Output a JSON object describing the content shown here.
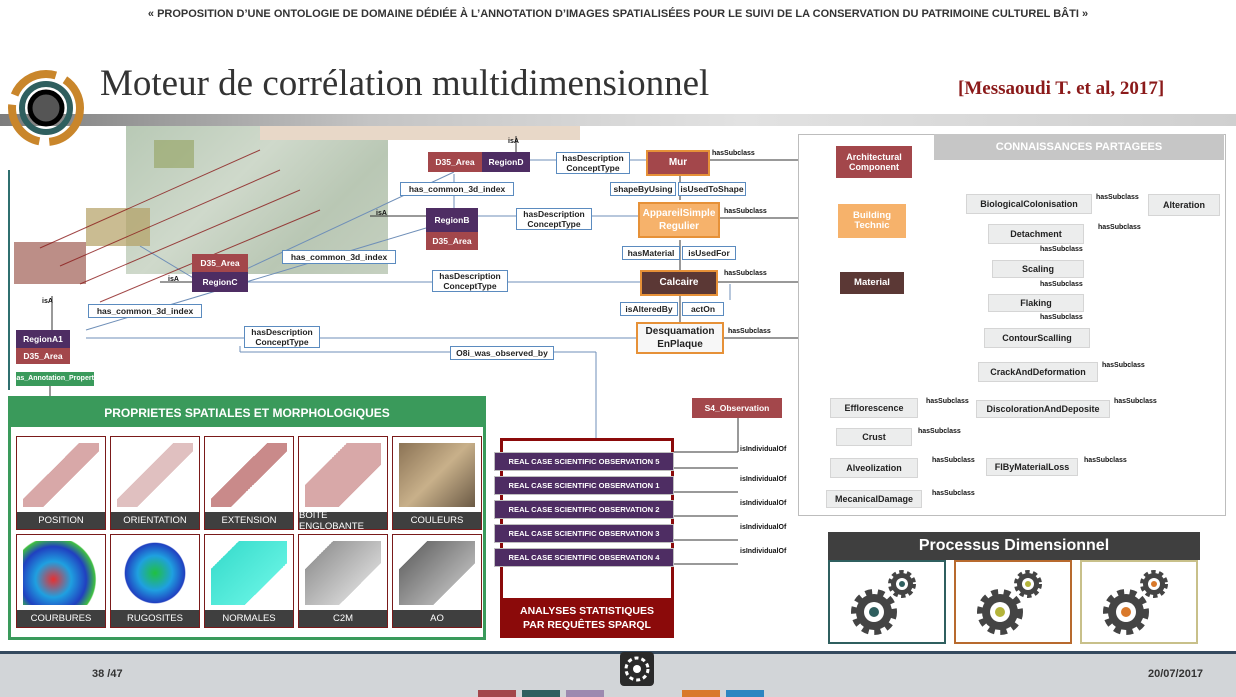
{
  "header": {
    "text": "« PROPOSITION D’UNE ONTOLOGIE DE DOMAINE DÉDIÉE À L’ANNOTATION D’IMAGES SPATIALISÉES POUR LE SUIVI DE LA CONSERVATION DU PATRIMOINE CULTUREL BÂTI »"
  },
  "title": "Moteur de corrélation multidimensionnel",
  "citation": "[Messaoudi T. et al, 2017]",
  "footer": {
    "page": "38 /47",
    "date": "20/07/2017"
  },
  "colors": {
    "maroon": "#a3474b",
    "purple": "#4e2d63",
    "green": "#3a9a5b",
    "dark_red": "#8b0a0a",
    "teal": "#2f5f5f"
  },
  "nodes": {
    "d35_area_1": "D35_Area",
    "region_d": "RegionD",
    "has_common_1": "has_common_3d_index",
    "isa_d": "isA",
    "isa_b": "isA",
    "isa_c": "isA",
    "isa_a1": "isA",
    "region_b": "RegionB",
    "d35_area_2": "D35_Area",
    "d35_area_3": "D35_Area",
    "region_c": "RegionC",
    "has_common_2": "has_common_3d_index",
    "has_common_3": "has_common_3d_index",
    "region_a1": "RegionA1",
    "d35_area_4": "D35_Area",
    "has_annotation": "has_Annotation_Property",
    "has_desc_1": "hasDescription",
    "concept_1": "ConceptType",
    "has_desc_2": "hasDescription",
    "concept_2": "ConceptType",
    "has_desc_3": "hasDescription",
    "concept_3": "ConceptType",
    "has_desc_4": "hasDescription",
    "concept_4": "ConceptType",
    "mur": "Mur",
    "shape_by_using": "shapeByUsing",
    "is_used_to_shape": "isUsedToShape",
    "appareil_1": "AppareilSimple",
    "appareil_2": "Regulier",
    "has_material": "hasMaterial",
    "is_used_for": "isUsedFor",
    "calcaire": "Calcaire",
    "is_altered_by": "isAlteredBy",
    "act_on": "actOn",
    "desq_1": "Desquamation",
    "desq_2": "EnPlaque",
    "o8i": "O8i_was_observed_by",
    "s4_obs": "S4_Observation"
  },
  "knowledge": {
    "title": "CONNAISSANCES PARTAGEES",
    "architectural_1": "Architectural",
    "architectural_2": "Component",
    "building_1": "Building",
    "building_2": "Technic",
    "material": "Material",
    "biological": "BiologicalColonisation",
    "alteration": "Alteration",
    "detachment": "Detachment",
    "scaling": "Scaling",
    "flaking": "Flaking",
    "contour": "ContourScalling",
    "crack": "CrackAndDeformation",
    "efflorescence": "Efflorescence",
    "discoloration": "DiscolorationAndDeposite",
    "crust": "Crust",
    "alveolization": "Alveolization",
    "fib": "FIByMaterialLoss",
    "mecanical": "MecanicalDamage",
    "has_subclass": "hasSubclass"
  },
  "spatial": {
    "title": "PROPRIETES SPATIALES ET MORPHOLOGIQUES",
    "cells": [
      "POSITION",
      "ORIENTATION",
      "EXTENSION",
      "BOITE ENGLOBANTE",
      "COULEURS",
      "COURBURES",
      "RUGOSITES",
      "NORMALES",
      "C2M",
      "AO"
    ]
  },
  "observations": {
    "items": [
      "REAL CASE SCIENTIFIC OBSERVATION 5",
      "REAL CASE SCIENTIFIC OBSERVATION 1",
      "REAL CASE SCIENTIFIC OBSERVATION 2",
      "REAL CASE SCIENTIFIC OBSERVATION 3",
      "REAL CASE SCIENTIFIC OBSERVATION 4"
    ],
    "edge": "isIndividualOf",
    "caption_1": "ANALYSES STATISTIQUES",
    "caption_2": "PAR REQUÊTES SPARQL"
  },
  "process": {
    "title": "Processus Dimensionnel"
  }
}
